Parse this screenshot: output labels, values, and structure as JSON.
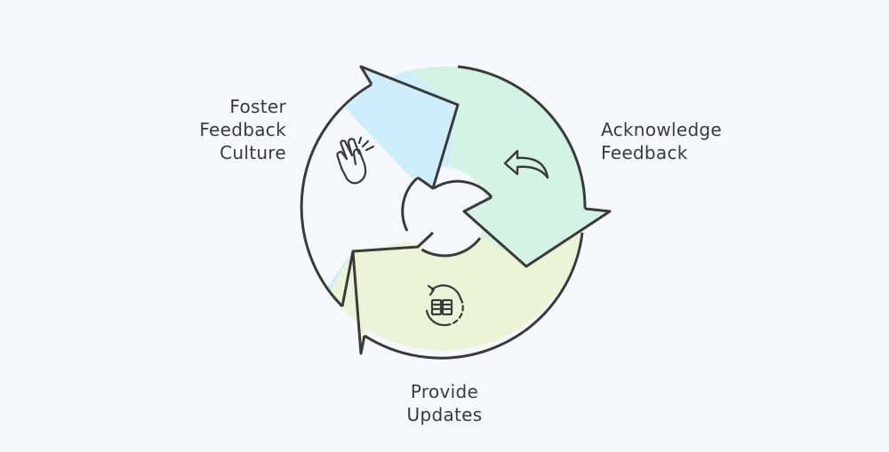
{
  "diagram": {
    "type": "cycle",
    "colors": {
      "outline": "#3a3a3a",
      "segment_blue": "#cfeefb",
      "segment_green": "#d3f3e4",
      "segment_yellowgreen": "#e9f5d6",
      "background": "#f5f8fc"
    },
    "steps": [
      {
        "id": "foster",
        "lines": [
          "Foster",
          "Feedback",
          "Culture"
        ],
        "icon": "clapping-hands-icon"
      },
      {
        "id": "acknowledge",
        "lines": [
          "Acknowledge",
          "Feedback"
        ],
        "icon": "undo-arrow-icon"
      },
      {
        "id": "updates",
        "lines": [
          "Provide",
          "Updates"
        ],
        "icon": "refresh-book-icon"
      }
    ]
  }
}
